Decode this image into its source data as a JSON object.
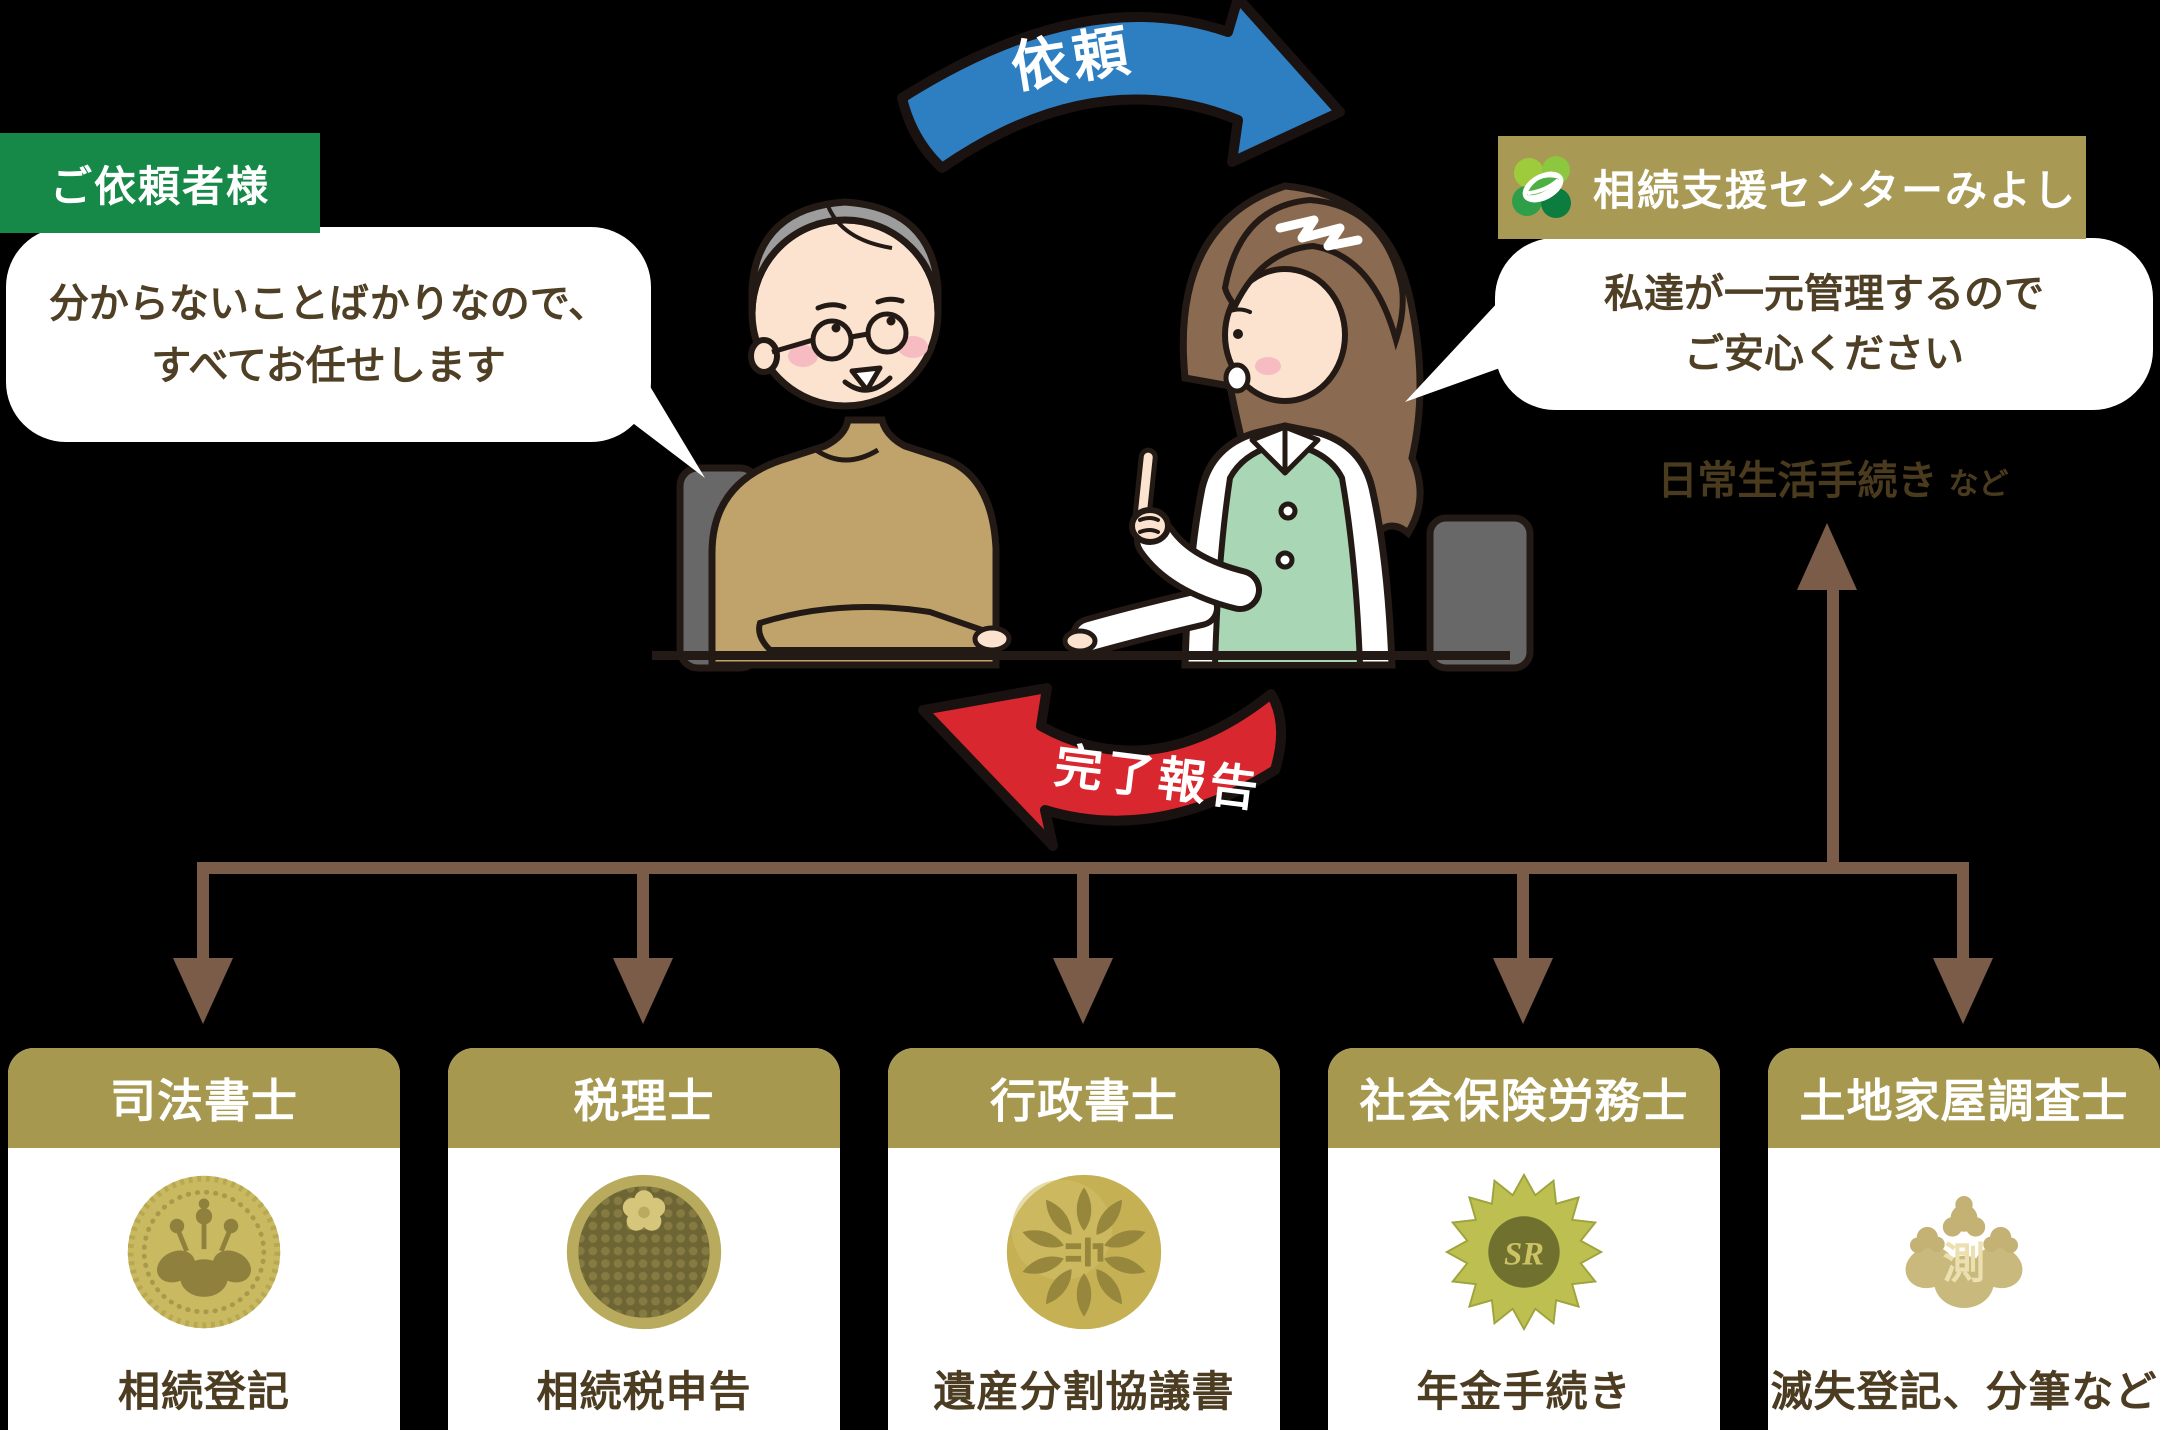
{
  "client": {
    "badge_label": "ご依頼者様",
    "bubble": {
      "line1": "分からないことばかりなので、",
      "line2": "すべてお任せします"
    }
  },
  "flow": {
    "request_label": "依頼",
    "report_label": "完了報告"
  },
  "center": {
    "badge_label": "相続支援センターみよし",
    "bubble": {
      "line1": "私達が一元管理するので",
      "line2": "ご安心ください"
    },
    "daily_main": "日常生活手続き",
    "daily_suffix": "など"
  },
  "specialists": [
    {
      "title": "司法書士",
      "task": "相続登記",
      "icon": "paulownia-gold-seal"
    },
    {
      "title": "税理士",
      "task": "相続税申告",
      "icon": "sakura-checker-seal"
    },
    {
      "title": "行政書士",
      "task": "遺産分割協議書",
      "icon": "cosmos-gold-seal"
    },
    {
      "title": "社会保険労務士",
      "task": "年金手続き",
      "icon": "sr-sunburst-seal",
      "badge_letters": "SR"
    },
    {
      "title": "土地家屋調査士",
      "task": "滅失登記、分筆など",
      "icon": "kiri-crest-seal",
      "badge_kanji": "測"
    }
  ],
  "colors": {
    "client_badge_green": "#168949",
    "center_badge_olive": "#a89a54",
    "card_header_olive": "#a6984f",
    "connector_brown": "#7a5c49",
    "request_arrow_blue": "#2e7fc2",
    "report_arrow_red": "#d8272e",
    "speech_text_brown": "#4e3f25",
    "seal_gold": "#c9ba62"
  }
}
